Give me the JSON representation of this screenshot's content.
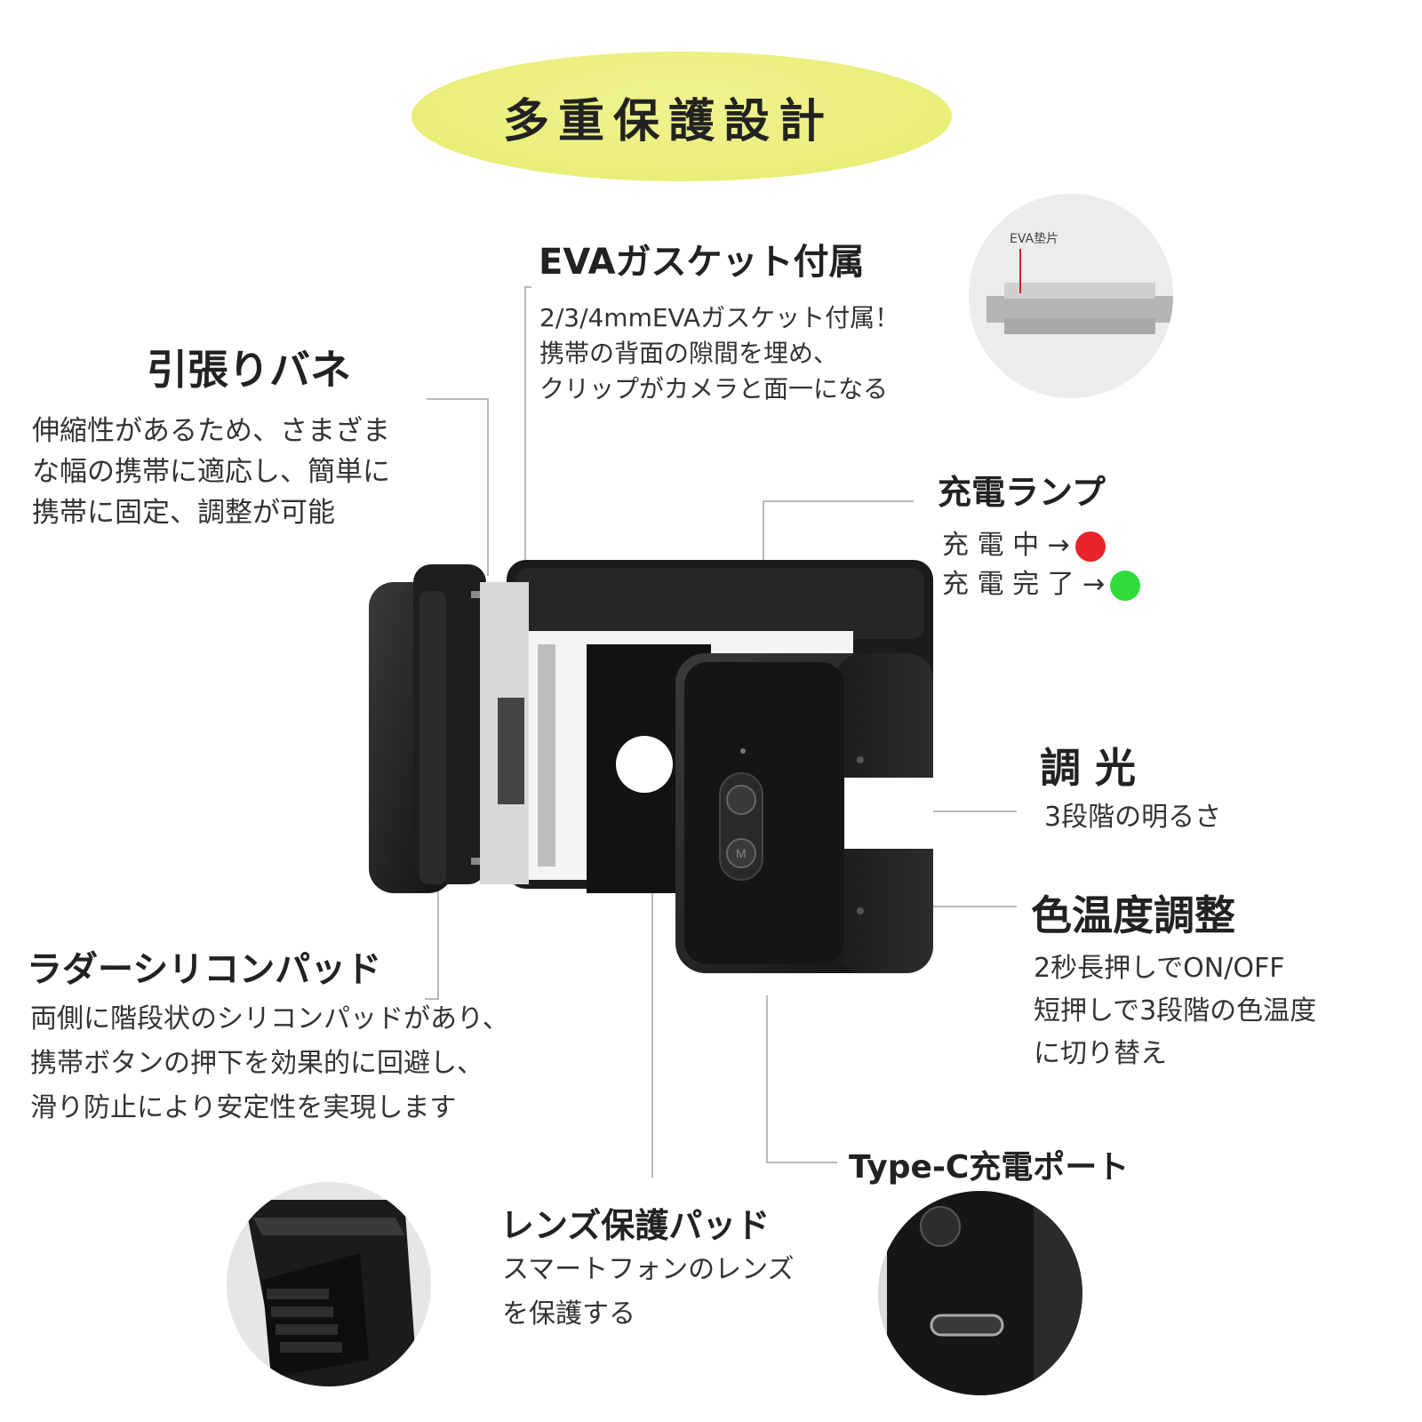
{
  "title": "多重保護設計",
  "eva": {
    "heading": "EVAガスケット付属",
    "body": "2/3/4mmEVAガスケット付属！\n携帯の背面の隙間を埋め、\nクリップがカメラと面一になる",
    "inset_label": "EVA垫片"
  },
  "spring": {
    "heading": "引張りバネ",
    "body": "伸縮性があるため、さまざま\nな幅の携帯に適応し、簡単に\n携帯に固定、調整が可能"
  },
  "lamp": {
    "heading": "充電ランプ",
    "charging": "充 電 中 →",
    "charged": "充 電 完 了 →",
    "charging_color": "#e8232a",
    "charged_color": "#2fdc3a"
  },
  "dimming": {
    "heading": "調 光",
    "body": "3段階の明るさ"
  },
  "color_temp": {
    "heading": "色温度調整",
    "body": "2秒長押しでON/OFF\n短押しで3段階の色温度\nに切り替え"
  },
  "pad": {
    "heading": "ラダーシリコンパッド",
    "body": "両側に階段状のシリコンパッドがあり、\n携帯ボタンの押下を効果的に回避し、\n滑り防止により安定性を実現します"
  },
  "typec": {
    "heading": "Type-C充電ポート"
  },
  "lens": {
    "heading": "レンズ保護パッド",
    "body": "スマートフォンのレンズ\nを保護する"
  },
  "accent_color": "#e6ec6e"
}
